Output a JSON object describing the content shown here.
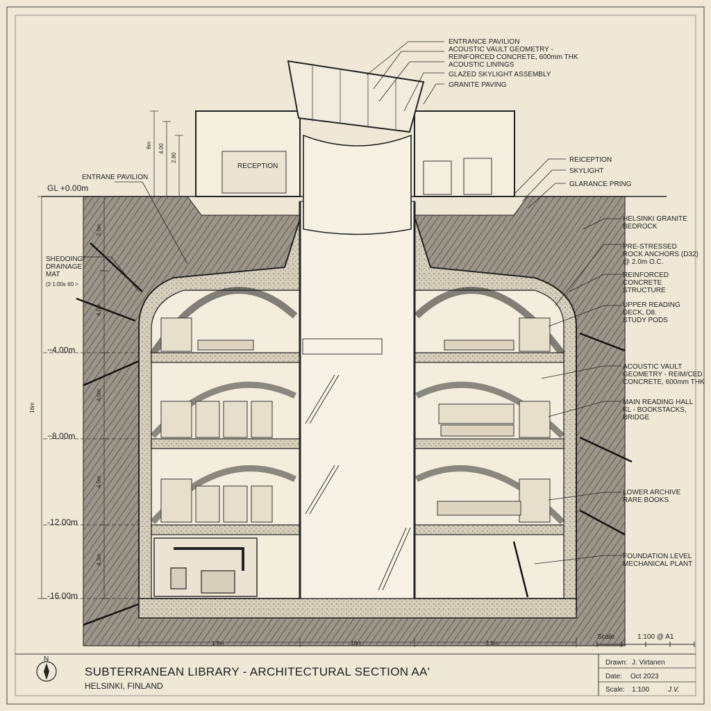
{
  "labels": {
    "top_right": [
      "ENTRANCE PAVILION",
      "ACOUSTIC VAULT GEOMETRY -",
      "REINFORCED CONCRETE, 600mm THK",
      "ACOUSTIC LININGS",
      "GLAZED SKYLIGHT ASSEMBLY",
      "GRANITE PAVING"
    ],
    "right": [
      "REICEPTION",
      "SKYLIGHT",
      "GLARANCE PRING",
      "HELSINKI GRANITE",
      "BEDROCK",
      "PRE-STRESSED",
      "ROCK ANCHORS (D32)",
      "@ 2.0m O.C.",
      "REINFORCED",
      "CONCRETE",
      "STRUCTURE",
      "UPPER READING",
      "DECK, D8.",
      "STUDY PODS",
      "ACOUSTIC VAULT",
      "GEOMETRY - REIM/CED",
      "CONCRETE, 600mm THK",
      "MAIN READING HALL",
      "KL - BOOKSTACKS,",
      "BRIDGE",
      "LOWER ARCHIVE",
      "RARE BOOKS",
      "FOUNDATION LEVEL",
      "MECHANICAL PLANT"
    ],
    "left": [
      "ENTRANE PAVILION",
      "SHEDOING/",
      "DRAINAGE",
      "MAT",
      "(3 1:00s 60 >"
    ],
    "reception": "RECEPTION"
  },
  "levels": [
    "GL +0.00m",
    "−4.00m",
    "−8.00m",
    "-12.00m",
    "-16.00m"
  ],
  "dims": {
    "total_height": "16m",
    "bottom": [
      "1.8m",
      "16m",
      "1.5m"
    ],
    "left_ticks": [
      "2.0m",
      "4.0m",
      "4.0m",
      "4.0m",
      "4.3m"
    ],
    "pavilion": [
      "8m",
      "4.00",
      "2.80"
    ]
  },
  "scale_box": {
    "label": "Scale",
    "value": "1:100 @ A1"
  },
  "title_block": {
    "north": "N",
    "title": "SUBTERRANEAN LIBRARY - ARCHITECTURAL SECTION AA'",
    "subtitle": "HELSINKI, FINLAND",
    "drawn_label": "Drawn:",
    "drawn_value": "J. Virtanen",
    "date_label": "Date:",
    "date_value": "Oct 2023",
    "scale_label": "Scale:",
    "scale_value": "1:100",
    "signature": "J.V."
  },
  "colors": {
    "paper": "#efe8d6",
    "ink": "#1e1e1e",
    "rock": "#8f8a80",
    "concrete": "#cfc7b3"
  }
}
